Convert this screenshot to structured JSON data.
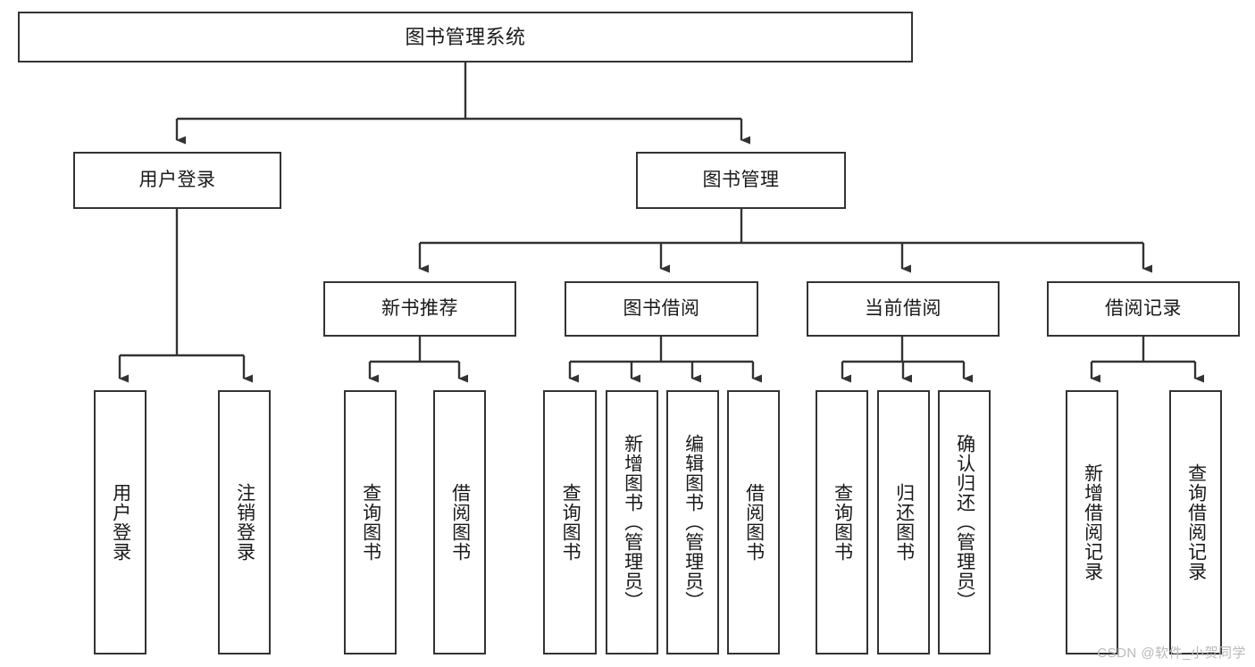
{
  "diagram": {
    "title": "图书管理系统",
    "type": "hierarchy-tree",
    "colors": {
      "border": "#333333",
      "fill": "#ffffff",
      "text": "#1a1a1a",
      "connector": "#333333",
      "watermark": "#b9b9b9"
    },
    "root": {
      "label": "图书管理系统"
    },
    "level2": [
      {
        "label": "用户登录"
      },
      {
        "label": "图书管理"
      }
    ],
    "level3": [
      {
        "label": "新书推荐"
      },
      {
        "label": "图书借阅"
      },
      {
        "label": "当前借阅"
      },
      {
        "label": "借阅记录"
      }
    ],
    "leaves": {
      "user_login": [
        {
          "label": "用户登录"
        },
        {
          "label": "注销登录"
        }
      ],
      "new_book_recommend": [
        {
          "label": "查询图书"
        },
        {
          "label": "借阅图书"
        }
      ],
      "book_borrow": [
        {
          "label": "查询图书"
        },
        {
          "label": "新增图书（管理员）"
        },
        {
          "label": "编辑图书（管理员）"
        },
        {
          "label": "借阅图书"
        }
      ],
      "current_borrow": [
        {
          "label": "查询图书"
        },
        {
          "label": "归还图书"
        },
        {
          "label": "确认归还（管理员）"
        }
      ],
      "borrow_record": [
        {
          "label": "新增借阅记录"
        },
        {
          "label": "查询借阅记录"
        }
      ]
    }
  },
  "watermark": {
    "text": "CSDN @软件_小贺同学"
  }
}
